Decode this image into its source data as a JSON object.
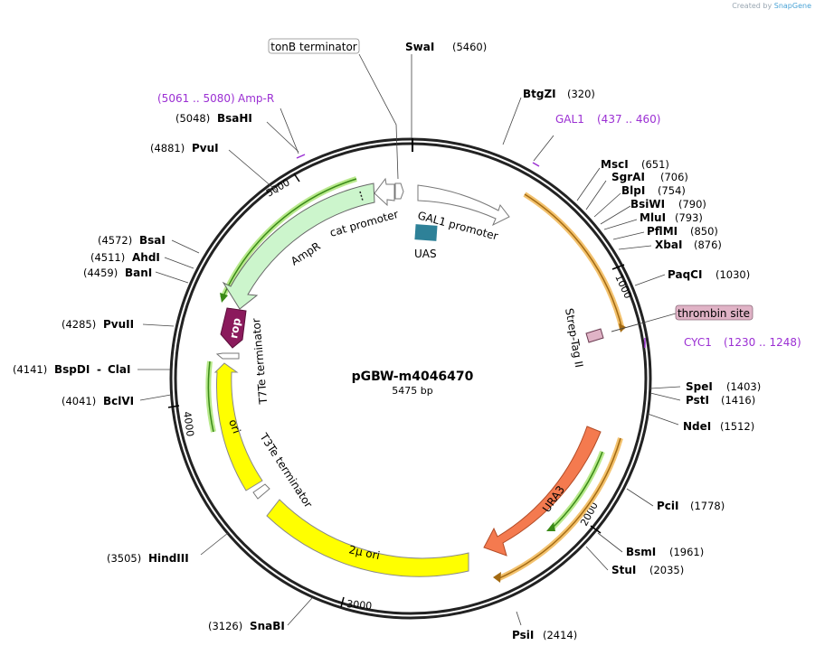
{
  "credit": {
    "prefix": "Created by",
    "brand": "SnapGene"
  },
  "plasmid": {
    "name": "pGBW-m4046470",
    "length_label": "5475 bp"
  },
  "ticks": [
    "1000",
    "2000",
    "3000",
    "4000",
    "5000"
  ],
  "colors": {
    "backbone": "#222222",
    "primer": "#9b2fd3",
    "promoter_fill": "#ffffff",
    "amp_fill": "#ccf5cc",
    "rop_fill": "#8b1a5c",
    "ori_fill": "#ffff00",
    "ura3_fill": "#f47a4f",
    "uas_fill": "#2e8198",
    "thrombin_fill": "#e0b3c6"
  },
  "enzymes": [
    {
      "name": "SwaI",
      "pos": "(5460)"
    },
    {
      "name": "BtgZI",
      "pos": "(320)"
    },
    {
      "name": "MscI",
      "pos": "(651)"
    },
    {
      "name": "SgrAI",
      "pos": "(706)"
    },
    {
      "name": "BlpI",
      "pos": "(754)"
    },
    {
      "name": "BsiWI",
      "pos": "(790)"
    },
    {
      "name": "MluI",
      "pos": "(793)"
    },
    {
      "name": "PflMI",
      "pos": "(850)"
    },
    {
      "name": "XbaI",
      "pos": "(876)"
    },
    {
      "name": "PaqCI",
      "pos": "(1030)"
    },
    {
      "name": "SpeI",
      "pos": "(1403)"
    },
    {
      "name": "PstI",
      "pos": "(1416)"
    },
    {
      "name": "NdeI",
      "pos": "(1512)"
    },
    {
      "name": "PciI",
      "pos": "(1778)"
    },
    {
      "name": "BsmI",
      "pos": "(1961)"
    },
    {
      "name": "StuI",
      "pos": "(2035)"
    },
    {
      "name": "PsiI",
      "pos": "(2414)"
    },
    {
      "name": "SnaBI",
      "pos": "(3126)"
    },
    {
      "name": "HindIII",
      "pos": "(3505)"
    },
    {
      "name": "BclVI",
      "pos": "(4041)"
    },
    {
      "name": "BspDI",
      "pos": "(4141)"
    },
    {
      "name": "ClaI",
      "pos": ""
    },
    {
      "name": "PvuII",
      "pos": "(4285)"
    },
    {
      "name": "BanI",
      "pos": "(4459)"
    },
    {
      "name": "AhdI",
      "pos": "(4511)"
    },
    {
      "name": "BsaI",
      "pos": "(4572)"
    },
    {
      "name": "PvuI",
      "pos": "(4881)"
    },
    {
      "name": "BsaHI",
      "pos": "(5048)"
    }
  ],
  "primers": [
    {
      "name": "Amp-R",
      "range": "(5061 .. 5080)"
    },
    {
      "name": "GAL1",
      "range": "(437 .. 460)"
    },
    {
      "name": "CYC1",
      "range": "(1230 .. 1248)"
    }
  ],
  "features": {
    "tonb": "tonB terminator",
    "gal1_promoter": "GAL1 promoter",
    "uas": "UAS",
    "cat_promoter": "cat promoter",
    "ampr": "AmpR",
    "rop": "rop",
    "t7te": "T7Te terminator",
    "ori": "ori",
    "t3te": "T3Te terminator",
    "two_mu": "2μ ori",
    "ura3": "URA3",
    "strep": "Strep-Tag II",
    "thrombin": "thrombin site"
  }
}
